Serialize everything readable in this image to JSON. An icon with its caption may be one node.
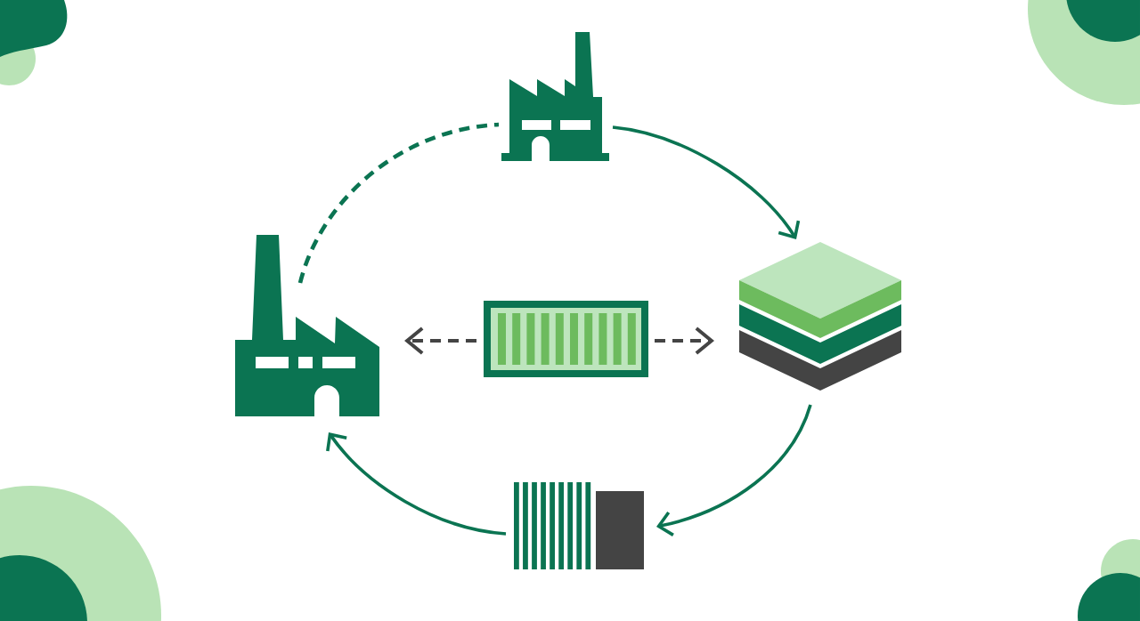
{
  "diagram": {
    "nodes": [
      {
        "text": [],
        "shape": "picture"
      },
      {
        "text": [],
        "shape": "picture"
      },
      {
        "text": [],
        "shape": "picture"
      },
      {
        "text": [],
        "shape": "picture"
      },
      {
        "text": [],
        "shape": "picture"
      }
    ],
    "edges": [
      {
        "from": 0,
        "to": 3,
        "arrow": "to"
      },
      {
        "from": 3,
        "to": 4,
        "arrow": "to"
      },
      {
        "from": 4,
        "to": 1,
        "arrow": "to"
      },
      {
        "from": 1,
        "to": 0,
        "arrow": "none",
        "style": "dashed"
      },
      {
        "from": 2,
        "to": 1,
        "arrow": "to",
        "style": "dashed",
        "color": "#444444"
      },
      {
        "from": 2,
        "to": 3,
        "arrow": "to",
        "style": "dashed",
        "color": "#444444"
      }
    ]
  }
}
